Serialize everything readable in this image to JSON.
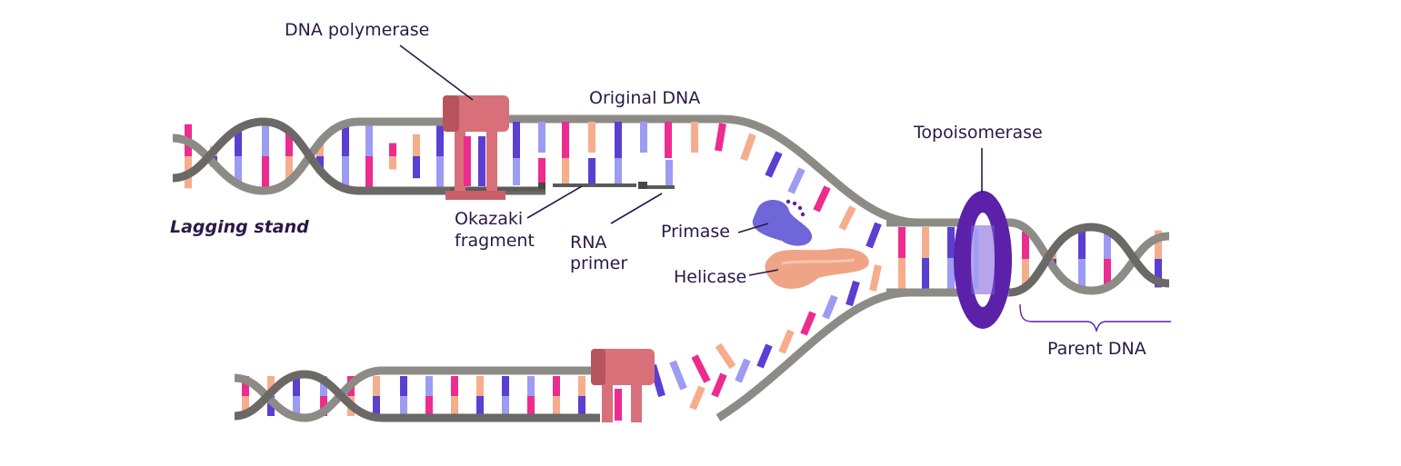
{
  "labels": {
    "dna_polymerase": "DNA polymerase",
    "original_dna": "Original DNA",
    "topoisomerase": "Topoisomerase",
    "lagging_stand": "Lagging stand",
    "okazaki_line1": "Okazaki",
    "okazaki_line2": "fragment",
    "rna_line1": "RNA",
    "rna_line2": "primer",
    "primase": "Primase",
    "helicase": "Helicase",
    "parent_dna": "Parent DNA"
  },
  "colors": {
    "backbone": "#8d8b86",
    "backbone_dark": "#5c5a56",
    "pink": "#ec2c8f",
    "peach": "#f6ad8c",
    "purple": "#5b3fd1",
    "lavender": "#9c9cf4",
    "polymerase": "#d8707a",
    "topoisomerase": "#5b21a8",
    "primase": "#6f67d8",
    "helicase": "#f0a486",
    "text": "#2b1848"
  }
}
